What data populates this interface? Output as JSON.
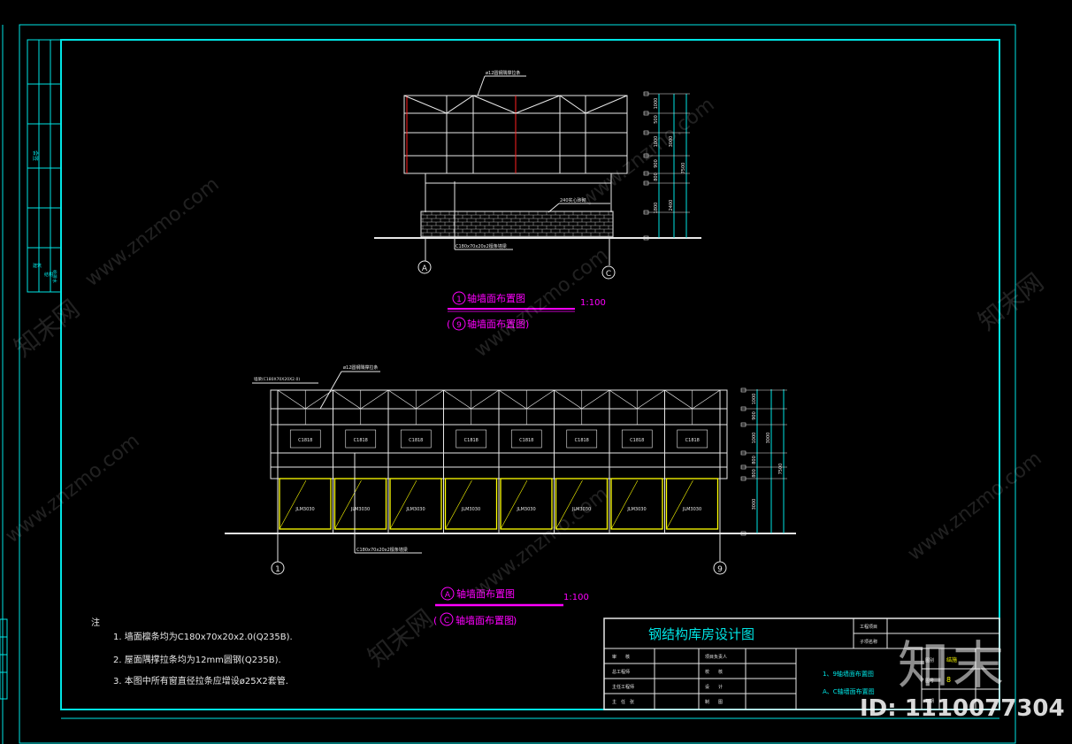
{
  "drawing1": {
    "caption_axis": "1",
    "caption_text": "轴墙面布置图",
    "caption2_axis": "9",
    "caption2_text": "轴墙面布置图",
    "scale": "1:100",
    "axis_left": "A",
    "axis_right": "C",
    "top_note": "ø12圆钢隅撑拉条",
    "brick_note": "240实心砖砌",
    "bottom_note": "C180x70x20x2檩条墙梁",
    "dims_right": [
      "1000",
      "500",
      "1000",
      "900",
      "800",
      "1800"
    ],
    "dims_total": [
      "3000",
      "2400",
      "7500"
    ]
  },
  "drawing2": {
    "caption_axis": "A",
    "caption_text": "轴墙面布置图",
    "caption2_axis": "C",
    "caption2_text": "轴墙面布置图",
    "scale": "1:100",
    "axis_left": "1",
    "axis_right": "9",
    "top_left_note": "墙梁(C180X70X20X2.0)",
    "top_note": "ø12圆钢隅撑拉条",
    "bottom_note": "C180x70x20x2檩条墙梁",
    "windows": [
      "C1818",
      "C1818",
      "C1818",
      "C1818",
      "C1818",
      "C1818",
      "C1818",
      "C1818"
    ],
    "doors": [
      "JLM3030",
      "JLM3030",
      "JLM3030",
      "JLM3030",
      "JLM3030",
      "JLM3030",
      "JLM3030",
      "JLM3030"
    ],
    "dims_right": [
      "1000",
      "900",
      "1000",
      "800",
      "800",
      "3000"
    ],
    "dims_total": [
      "3000",
      "7500"
    ]
  },
  "notes": {
    "head": "注",
    "items": [
      "1. 墙面檩条均为C180x70x20x2.0(Q235B).",
      "2. 屋面隅撑拉条均为12mm圆钢(Q235B).",
      "3. 本图中所有窗直径拉条应增设ø25X2套管."
    ]
  },
  "title_block": {
    "title": "钢结构库房设计图",
    "project_label": "工程项目",
    "subitem_label": "子项名称",
    "roles_left": [
      "审　　核",
      "总工程师",
      "主任工程师",
      "主　任　张"
    ],
    "roles_right": [
      "项目负责人",
      "校　　核",
      "设　　计",
      "制　　图"
    ],
    "drawing_names": [
      "1、9轴墙面布置图",
      "A、C轴墙面布置图"
    ],
    "meta_labels": [
      "图别",
      "图号",
      "日期"
    ],
    "meta_values": [
      "结施",
      "8",
      ""
    ]
  },
  "left_strip": {
    "labels": [
      "会签",
      "建筑",
      "结构",
      "给排水"
    ]
  },
  "watermark": {
    "text": "www.znzmo.com",
    "brand": "知末网",
    "logo": "知末",
    "id": "ID: 1110077304"
  },
  "colors": {
    "frame": "#00e5e5",
    "caption": "#ff00ff",
    "door": "#ffff00",
    "bracing": "#ff2020",
    "lines": "#e8e8e8"
  }
}
